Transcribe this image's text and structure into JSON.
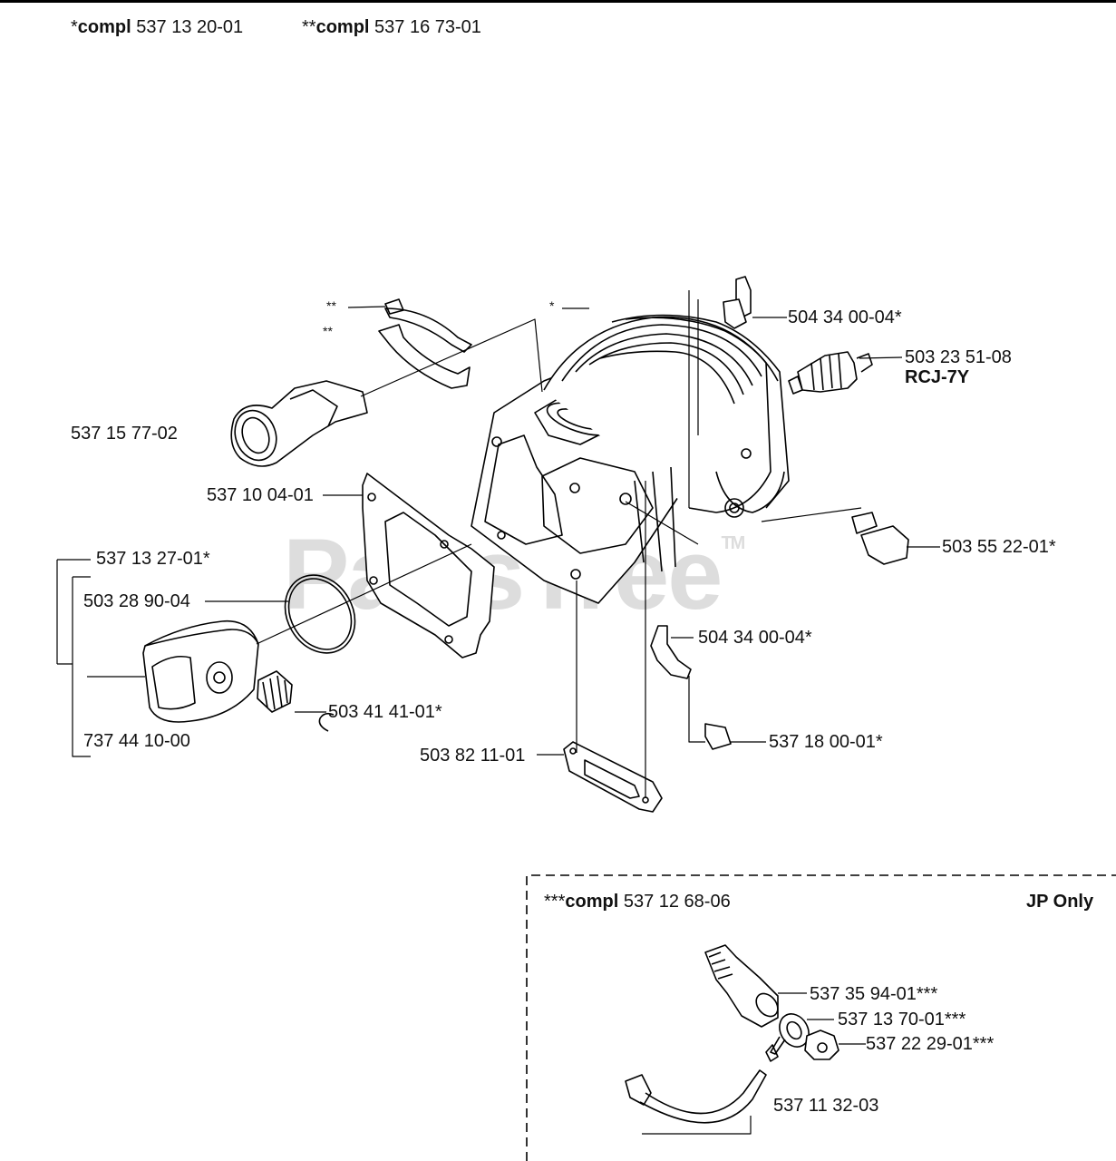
{
  "header": {
    "kit1_stars": "*",
    "kit1_word": "compl",
    "kit1_number": "537 13 20-01",
    "kit2_stars": "**",
    "kit2_word": "compl",
    "kit2_number": "537 16 73-01"
  },
  "watermark": {
    "text": "PartsTree",
    "tm": "TM"
  },
  "callouts": [
    {
      "id": "decomp-valve-kit-top",
      "text": "504 34 00-04*"
    },
    {
      "id": "spark-plug",
      "text": "503 23 51-08"
    },
    {
      "id": "spark-plug-type",
      "text": "RCJ-7Y"
    },
    {
      "id": "intake-boot",
      "text": "537 15 77-02"
    },
    {
      "id": "cylinder-gasket",
      "text": "537 10 04-01"
    },
    {
      "id": "decomp-plug",
      "text": "503 55 22-01*"
    },
    {
      "id": "piston-kit",
      "text": "537 13 27-01*"
    },
    {
      "id": "piston-ring",
      "text": "503 28 90-04"
    },
    {
      "id": "elbow-fitting",
      "text": "504 34 00-04*"
    },
    {
      "id": "needle-bearing",
      "text": "503 41 41-01*"
    },
    {
      "id": "piston",
      "text": "737 44 10-00"
    },
    {
      "id": "impulse-hose-plug",
      "text": "537 18 00-01*"
    },
    {
      "id": "exhaust-gasket",
      "text": "503 82 11-01"
    }
  ],
  "star_marks": {
    "clamp_upper": "**",
    "clamp_lower": "**",
    "cylinder": "*"
  },
  "inset": {
    "stars": "***",
    "word": "compl",
    "number": "537 12 68-06",
    "region": "JP Only",
    "callouts": [
      {
        "id": "nipple",
        "text": "537 35 94-01***"
      },
      {
        "id": "washer",
        "text": "537 13 70-01***"
      },
      {
        "id": "nut",
        "text": "537 22 29-01***"
      },
      {
        "id": "hose",
        "text": "537 11 32-03"
      }
    ]
  }
}
